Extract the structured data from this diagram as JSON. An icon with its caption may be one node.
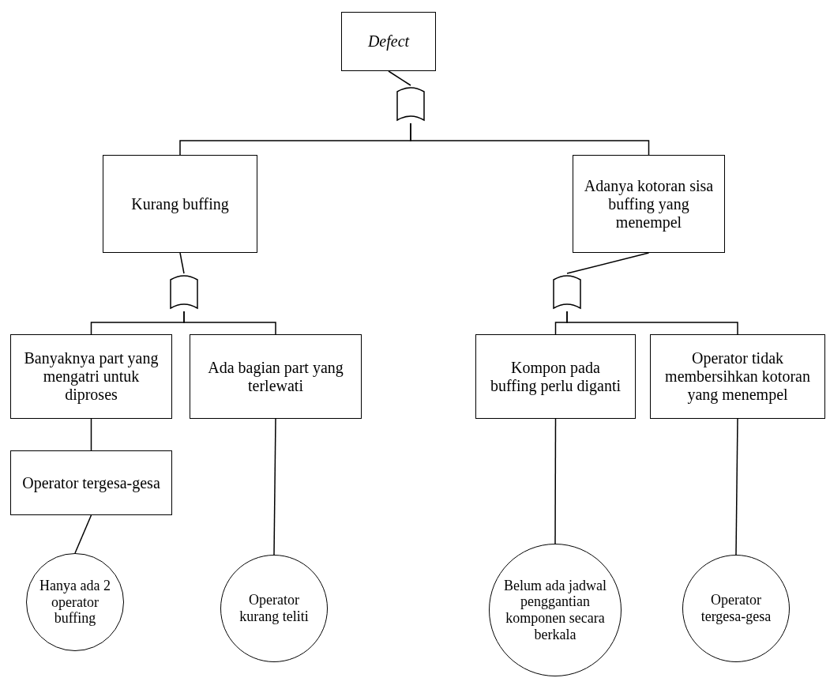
{
  "diagram": {
    "nodes": [
      {
        "text": [
          "Defect"
        ]
      },
      {
        "text": [],
        "shape": "gate"
      },
      {
        "text": [
          "Kurang buffing"
        ]
      },
      {
        "text": [
          "Adanya kotoran sisa buffing yang menempel"
        ]
      },
      {
        "text": [],
        "shape": "gate"
      },
      {
        "text": [],
        "shape": "gate"
      },
      {
        "text": [
          "Banyaknya part yang mengatri untuk diproses"
        ]
      },
      {
        "text": [
          "Ada bagian part yang terlewati"
        ]
      },
      {
        "text": [
          "Kompon pada buffing perlu diganti"
        ]
      },
      {
        "text": [
          "Operator tidak membersihkan kotoran yang menempel"
        ]
      },
      {
        "text": [
          "Operator tergesa-gesa"
        ]
      },
      {
        "text": [
          "Hanya ada 2 operator buffing"
        ]
      },
      {
        "text": [
          "Operator kurang teliti"
        ]
      },
      {
        "text": [
          "Belum ada jadwal penggantian komponen secara berkala"
        ]
      },
      {
        "text": [
          "Operator tergesa-gesa"
        ]
      }
    ],
    "edges": [
      {
        "from": 0,
        "to": 1,
        "arrow": "none"
      },
      {
        "from": 1,
        "to": 2,
        "arrow": "none"
      },
      {
        "from": 1,
        "to": 3,
        "arrow": "none"
      },
      {
        "from": 2,
        "to": 4,
        "arrow": "none"
      },
      {
        "from": 4,
        "to": 6,
        "arrow": "none"
      },
      {
        "from": 4,
        "to": 7,
        "arrow": "none"
      },
      {
        "from": 3,
        "to": 5,
        "arrow": "none"
      },
      {
        "from": 5,
        "to": 8,
        "arrow": "none"
      },
      {
        "from": 5,
        "to": 9,
        "arrow": "none"
      },
      {
        "from": 6,
        "to": 10,
        "arrow": "none"
      },
      {
        "from": 10,
        "to": 11,
        "arrow": "none"
      },
      {
        "from": 7,
        "to": 12,
        "arrow": "none"
      },
      {
        "from": 8,
        "to": 13,
        "arrow": "none"
      },
      {
        "from": 9,
        "to": 14,
        "arrow": "none"
      }
    ]
  }
}
